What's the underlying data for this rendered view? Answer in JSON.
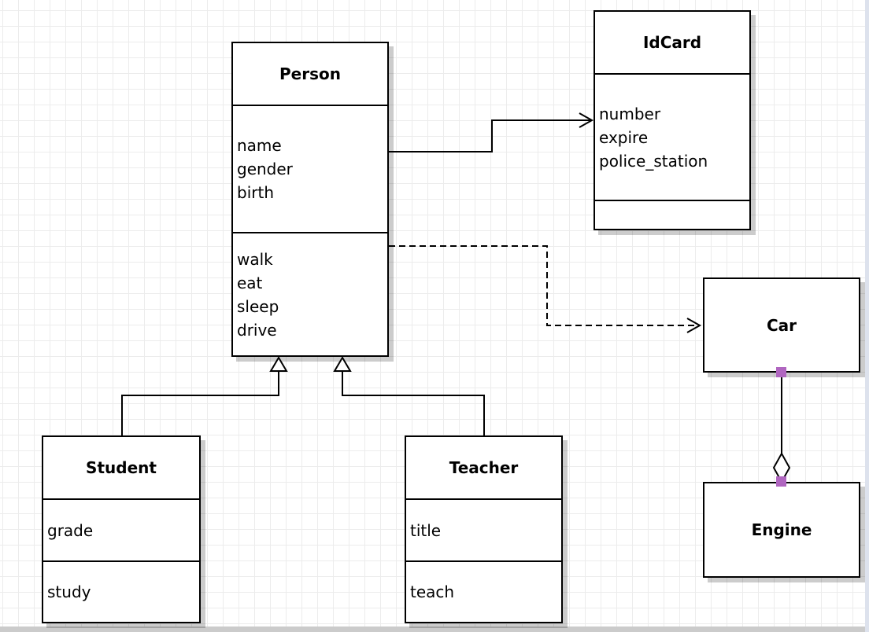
{
  "classes": {
    "person": {
      "name": "Person",
      "attributes": [
        "name",
        "gender",
        "birth"
      ],
      "methods": [
        "walk",
        "eat",
        "sleep",
        "drive"
      ]
    },
    "idcard": {
      "name": "IdCard",
      "attributes": [
        "number",
        "expire",
        "police_station"
      ],
      "methods": []
    },
    "car": {
      "name": "Car",
      "attributes": [],
      "methods": []
    },
    "engine": {
      "name": "Engine",
      "attributes": [],
      "methods": []
    },
    "student": {
      "name": "Student",
      "attributes": [
        "grade"
      ],
      "methods": [
        "study"
      ]
    },
    "teacher": {
      "name": "Teacher",
      "attributes": [
        "title"
      ],
      "methods": [
        "teach"
      ]
    }
  },
  "relationships": [
    {
      "from": "Person",
      "to": "IdCard",
      "type": "association",
      "line": "solid",
      "marker": "open-arrow"
    },
    {
      "from": "Person",
      "to": "Car",
      "type": "dependency",
      "line": "dashed",
      "marker": "open-arrow"
    },
    {
      "from": "Student",
      "to": "Person",
      "type": "generalization",
      "line": "solid",
      "marker": "hollow-triangle"
    },
    {
      "from": "Teacher",
      "to": "Person",
      "type": "generalization",
      "line": "solid",
      "marker": "hollow-triangle"
    },
    {
      "from": "Car",
      "to": "Engine",
      "type": "aggregation",
      "line": "solid",
      "marker": "hollow-diamond"
    }
  ],
  "colors": {
    "box_fill": "#ffffff",
    "box_border": "#000000",
    "edge_stroke": "#000000",
    "endpoint_handle": "#b066c0",
    "grid_line": "#ececec",
    "shadow": "#cccccc"
  }
}
